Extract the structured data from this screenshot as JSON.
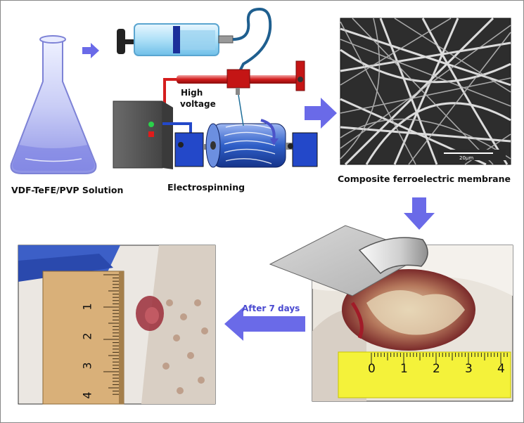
{
  "labels": {
    "solution": "VDF-TeFE/PVP Solution",
    "electrospinning": "Electrospinning",
    "high_voltage_line1": "High",
    "high_voltage_line2": "voltage",
    "membrane": "Composite ferroelectric membrane",
    "after_days": "After 7 days",
    "scale_bar": "20μm"
  },
  "ruler_left": {
    "ticks": [
      "1",
      "2",
      "3",
      "4"
    ]
  },
  "ruler_right": {
    "ticks": [
      "0",
      "1",
      "2",
      "3",
      "4"
    ]
  },
  "colors": {
    "arrow": "#6a6ae8",
    "ruler_wood": "#d9b079",
    "ruler_yellow": "#f4f23a",
    "box": "#5d5d5d",
    "drum": "#3f6fd6",
    "rail_red": "#d21d1d"
  }
}
